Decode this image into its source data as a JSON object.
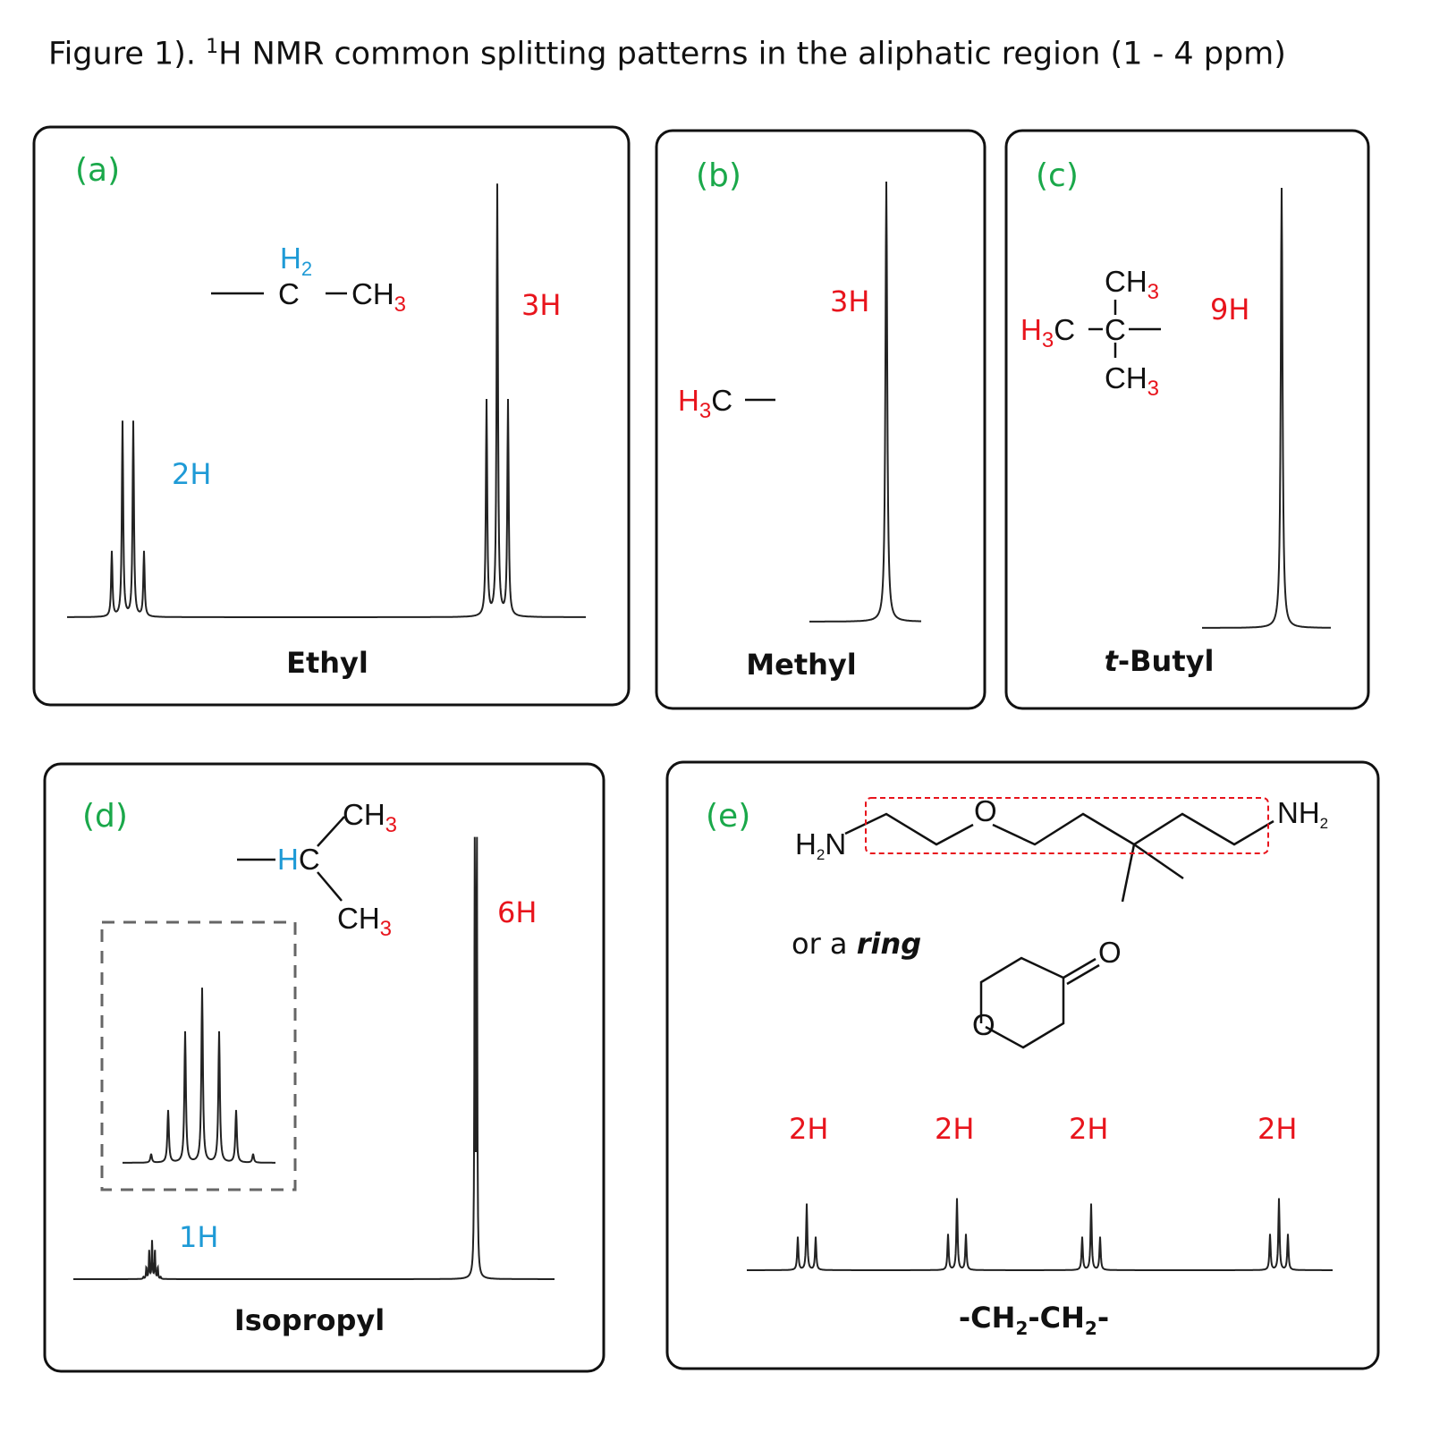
{
  "title": {
    "prefix": "Figure 1). ",
    "sup": "1",
    "rest": "H NMR common splitting patterns in the aliphatic region (1 - 4 ppm)"
  },
  "panels": {
    "a": {
      "label": "(a)",
      "name": "Ethyl",
      "peaks": [
        {
          "label": "2H",
          "multiplicity": "quartet",
          "heights": [
            1,
            3,
            3,
            1
          ]
        },
        {
          "label": "3H",
          "multiplicity": "triplet",
          "heights": [
            1,
            2,
            1
          ]
        }
      ],
      "structure": {
        "h2": "H",
        "h2_sub": "2",
        "c": "C",
        "ch3": "CH",
        "ch3_sub": "3"
      }
    },
    "b": {
      "label": "(b)",
      "name": "Methyl",
      "peaks": [
        {
          "label": "3H",
          "multiplicity": "singlet"
        }
      ],
      "structure": {
        "h3c": "H",
        "h3c_sub": "3",
        "c": "C"
      }
    },
    "c": {
      "label": "(c)",
      "name_italic": "t",
      "name_rest": "-Butyl",
      "peaks": [
        {
          "label": "9H",
          "multiplicity": "singlet"
        }
      ],
      "structure": {
        "ch3": "CH",
        "sub": "3",
        "h3c": "H",
        "c": "C"
      }
    },
    "d": {
      "label": "(d)",
      "name": "Isopropyl",
      "peaks": [
        {
          "label": "1H",
          "multiplicity": "septet",
          "heights": [
            1,
            6,
            15,
            20,
            15,
            6,
            1
          ]
        },
        {
          "label": "6H",
          "multiplicity": "doublet",
          "heights": [
            1,
            1
          ]
        }
      ],
      "structure": {
        "hc_h": "H",
        "hc_c": "C",
        "ch3": "CH",
        "sub": "3"
      }
    },
    "e": {
      "label": "(e)",
      "name_parts": [
        "-CH",
        "2",
        "-CH",
        "2",
        "-"
      ],
      "or_text": "or a ",
      "ring_text": "ring",
      "peaks": [
        {
          "label": "2H",
          "multiplicity": "triplet"
        },
        {
          "label": "2H",
          "multiplicity": "triplet"
        },
        {
          "label": "2H",
          "multiplicity": "triplet"
        },
        {
          "label": "2H",
          "multiplicity": "triplet"
        }
      ],
      "structure": {
        "h2n": "H",
        "h2n_sub": "2",
        "n": "N",
        "o": "O",
        "nh2": "NH",
        "nh2_sub": "2",
        "ring_o": "O",
        "keto_o": "O"
      }
    }
  },
  "colors": {
    "label": "#1aa84a",
    "red": "#e8141c",
    "blue": "#1e9ad6",
    "line": "#111111"
  }
}
